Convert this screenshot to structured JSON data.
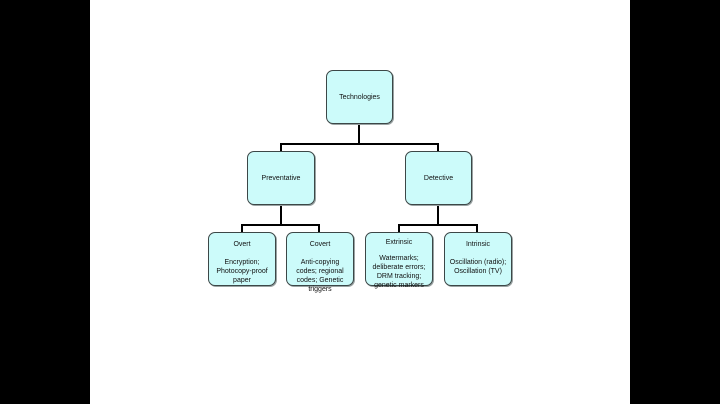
{
  "diagram": {
    "root": {
      "label": "Technologies"
    },
    "branches": [
      {
        "label": "Preventative",
        "children": [
          {
            "title": "Overt",
            "description": "Encryption; Photocopy-proof paper"
          },
          {
            "title": "Covert",
            "description": "Anti-copying codes; regional codes; Genetic triggers"
          }
        ]
      },
      {
        "label": "Detective",
        "children": [
          {
            "title": "Extrinsic",
            "description": "Watermarks; deliberate errors; DRM tracking; genetic markers"
          },
          {
            "title": "Intrinsic",
            "description": "Oscillation (radio); Oscillation (TV)"
          }
        ]
      }
    ]
  },
  "colors": {
    "node_fill": "#ccfbfa",
    "node_border": "#3c4747",
    "connector": "#000000",
    "slide_background": "#ffffff",
    "letterbox": "#000000"
  }
}
